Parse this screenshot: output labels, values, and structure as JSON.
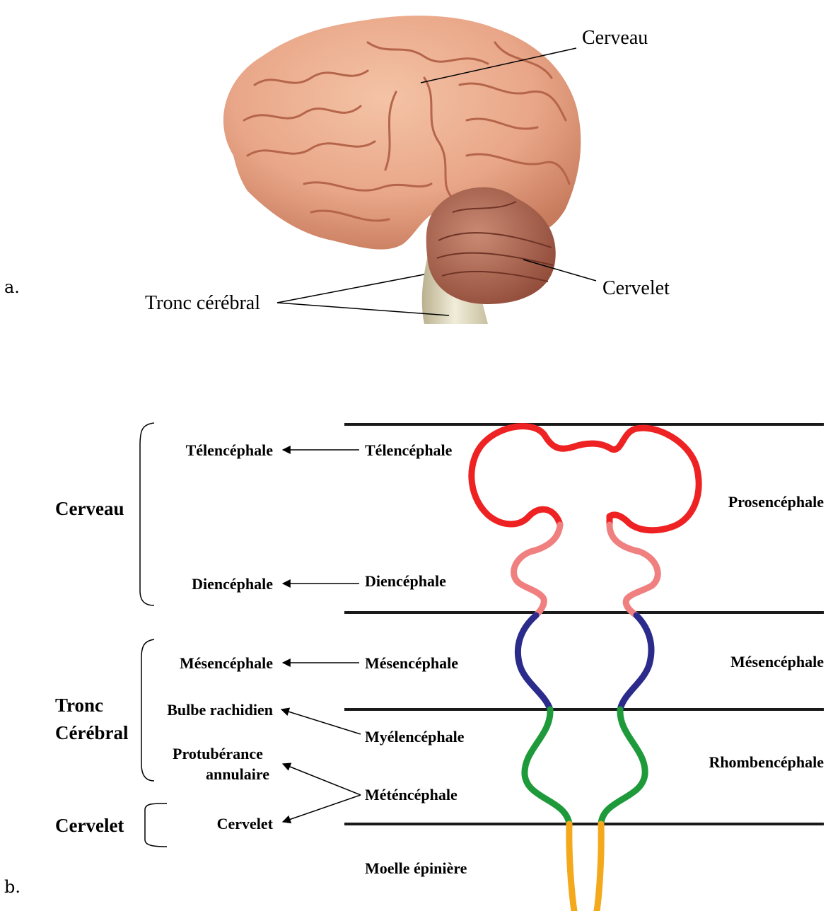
{
  "panel_a": {
    "letter": "a.",
    "labels": {
      "cerveau": "Cerveau",
      "cervelet": "Cervelet",
      "tronc": "Tronc cérébral"
    },
    "colors": {
      "cortex": "#e9a688",
      "cortex_dark": "#b9684e",
      "cerebellum": "#b76d57",
      "stem": "#e4dfc9"
    }
  },
  "panel_b": {
    "letter": "b.",
    "groups": {
      "cerveau": "Cerveau",
      "tronc_line1": "Tronc",
      "tronc_line2": "Cérébral",
      "cervelet": "Cervelet"
    },
    "adult_regions": {
      "telencephale": "Télencéphale",
      "diencephale": "Diencéphale",
      "mesencephale": "Mésencéphale",
      "bulbe": "Bulbe rachidien",
      "protuberance_line1": "Protubérance",
      "protuberance_line2": "annulaire",
      "cervelet": "Cervelet"
    },
    "embryo_regions": {
      "telencephale": "Télencéphale",
      "diencephale": "Diencéphale",
      "mesencephale": "Mésencéphale",
      "myelencephale": "Myélencéphale",
      "metencephale": "Météncéphale",
      "moelle": "Moelle épinière"
    },
    "vesicles": {
      "prosencephale": "Prosencéphale",
      "mesencephale": "Mésencéphale",
      "rhombencephale": "Rhombencéphale"
    },
    "colors": {
      "telencephale": "#ee2222",
      "diencephale": "#f08080",
      "mesencephale": "#2b2b8c",
      "rhombencephale": "#1e9a3a",
      "moelle": "#f4a81c"
    }
  }
}
